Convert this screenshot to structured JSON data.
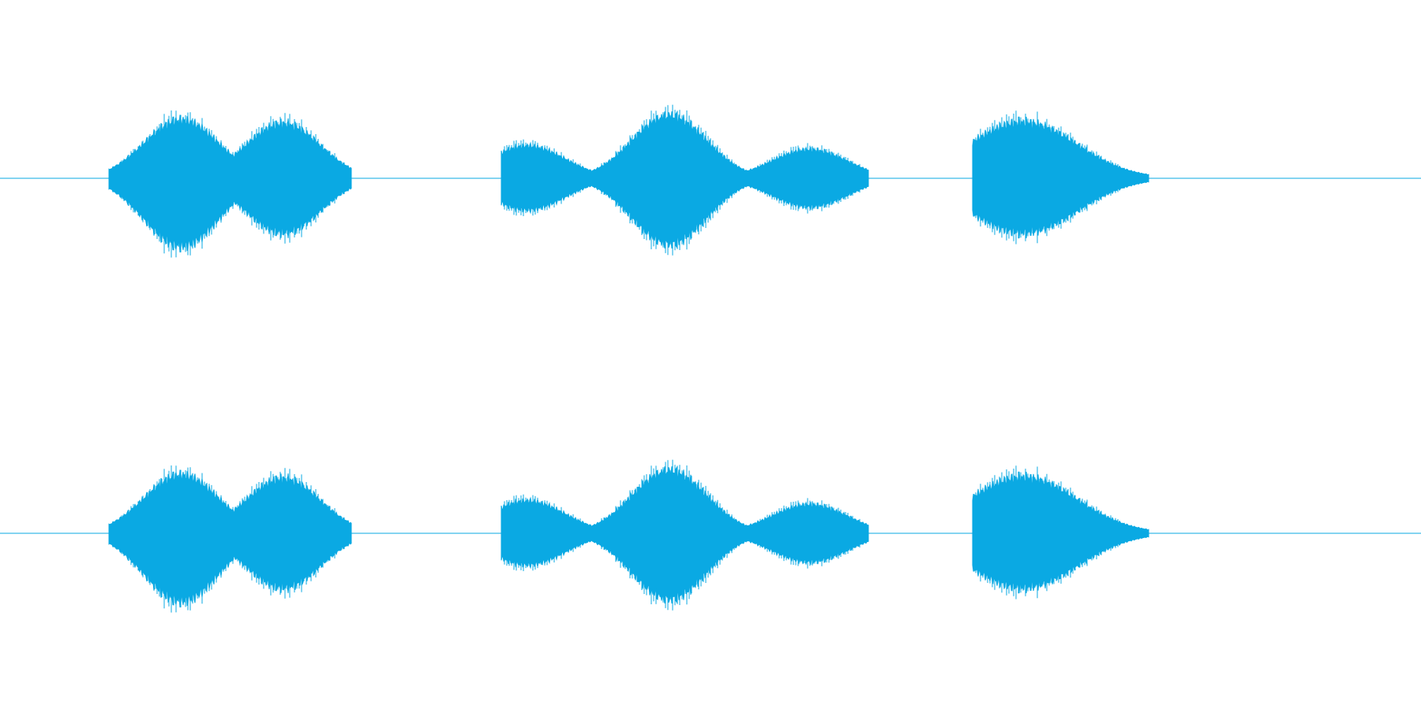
{
  "chart_data": {
    "type": "area",
    "description_free": true,
    "color": "#0aa9e3",
    "x_range": [
      0,
      1800
    ],
    "channels": [
      {
        "id": "channel-1"
      },
      {
        "id": "channel-2"
      }
    ],
    "clips": [
      {
        "start": 138,
        "end": 445,
        "peaks": [
          [
            230,
            0.77,
            0.9
          ],
          [
            358,
            0.72,
            0.72
          ]
        ]
      },
      {
        "start": 635,
        "end": 1100,
        "peaks": [
          [
            668,
            0.43,
            0.42
          ],
          [
            848,
            0.82,
            0.86
          ],
          [
            1025,
            0.38,
            0.38
          ]
        ]
      },
      {
        "start": 1232,
        "end": 1455,
        "peaks": [
          [
            1295,
            0.74,
            0.72
          ]
        ]
      }
    ]
  }
}
